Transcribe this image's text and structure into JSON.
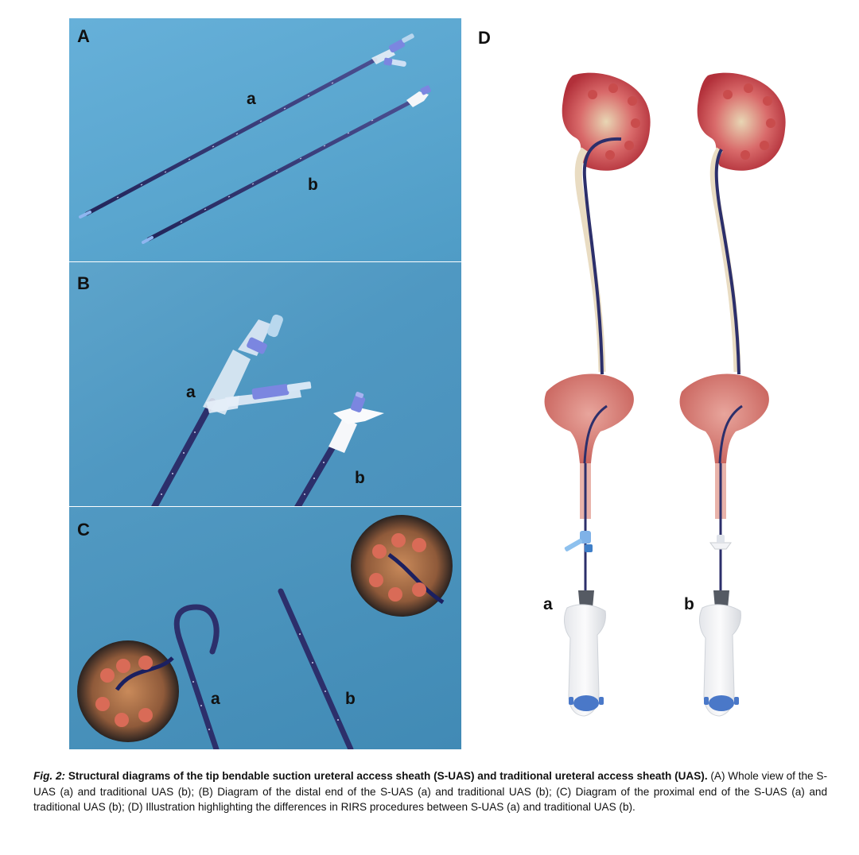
{
  "panels": {
    "a": {
      "letter": "A",
      "label_a": "a",
      "label_b": "b"
    },
    "b": {
      "letter": "B",
      "label_a": "a",
      "label_b": "b"
    },
    "c": {
      "letter": "C",
      "label_a": "a",
      "label_b": "b"
    },
    "d": {
      "letter": "D",
      "label_a": "a",
      "label_b": "b"
    }
  },
  "caption": {
    "figure_number": "Fig. 2:",
    "title": "Structural diagrams of the tip bendable suction ureteral access sheath (S-UAS) and traditional ureteral access sheath (UAS).",
    "body": "(A) Whole view of the S-UAS (a) and traditional UAS (b); (B) Diagram of the distal end of the S-UAS (a) and traditional UAS (b); (C) Diagram of the proximal end of the S-UAS (a) and traditional UAS (b); (D) Illustration highlighting the differences in RIRS procedures between S-UAS (a) and traditional UAS (b)."
  },
  "colors": {
    "sheath": "#2c2f6b",
    "hub": "#7b86e0",
    "kidney": "#c0383f",
    "bladder": "#d97a74",
    "background_blue": "#5aa6cf"
  }
}
